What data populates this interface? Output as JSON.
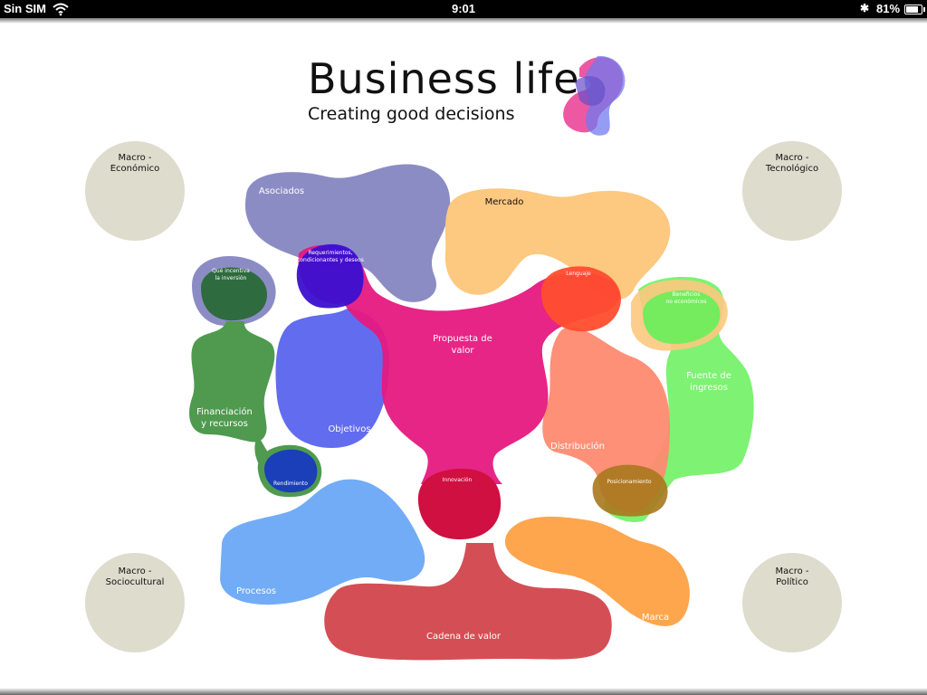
{
  "status_bar": {
    "carrier": "Sin SIM",
    "time": "9:01",
    "battery_percent": "81%",
    "battery_level": 0.81,
    "icons": [
      "wifi-icon",
      "bluetooth-icon",
      "battery-icon"
    ]
  },
  "header": {
    "title": "Business life",
    "subtitle": "Creating good decisions",
    "logo_icon": "business-life-logo-icon"
  },
  "macro_circles": {
    "economico": [
      "Macro -",
      "Económico"
    ],
    "tecnologico": [
      "Macro -",
      "Tecnológico"
    ],
    "sociocultural": [
      "Macro -",
      "Sociocultural"
    ],
    "politico": [
      "Macro -",
      "Político"
    ]
  },
  "blocks": {
    "asociados": "Asociados",
    "mercado": "Mercado",
    "que_incentiva": [
      "Qué incentiva",
      "la inversión"
    ],
    "requerimientos": [
      "Requerimientos,",
      "condicionantes y deseos"
    ],
    "lenguaje": "Lenguaje",
    "beneficios": [
      "Beneficios",
      "no económicos"
    ],
    "propuesta": [
      "Propuesta de",
      "valor"
    ],
    "financiacion": [
      "Financiación",
      "y recursos"
    ],
    "objetivos": "Objetivos",
    "fuente": [
      "Fuente de",
      "ingresos"
    ],
    "distribucion": "Distribución",
    "rendimiento": "Rendimiento",
    "innovacion": "Innovación",
    "posicionamiento": "Posicionamiento",
    "procesos": "Procesos",
    "marca": "Marca",
    "cadena": "Cadena de valor"
  },
  "colors": {
    "asociados": "#7f7fbf",
    "mercado": "#fdc880",
    "propuesta": "#e6197f",
    "financiacion": "#4f9a4f",
    "objetivos": "#5a64ee",
    "fuente": "#66f05a",
    "distribucion": "#fe8a70",
    "procesos": "#72acf7",
    "marca": "#fea64e",
    "cadena": "#d44f55",
    "macro": "#dedccd"
  }
}
